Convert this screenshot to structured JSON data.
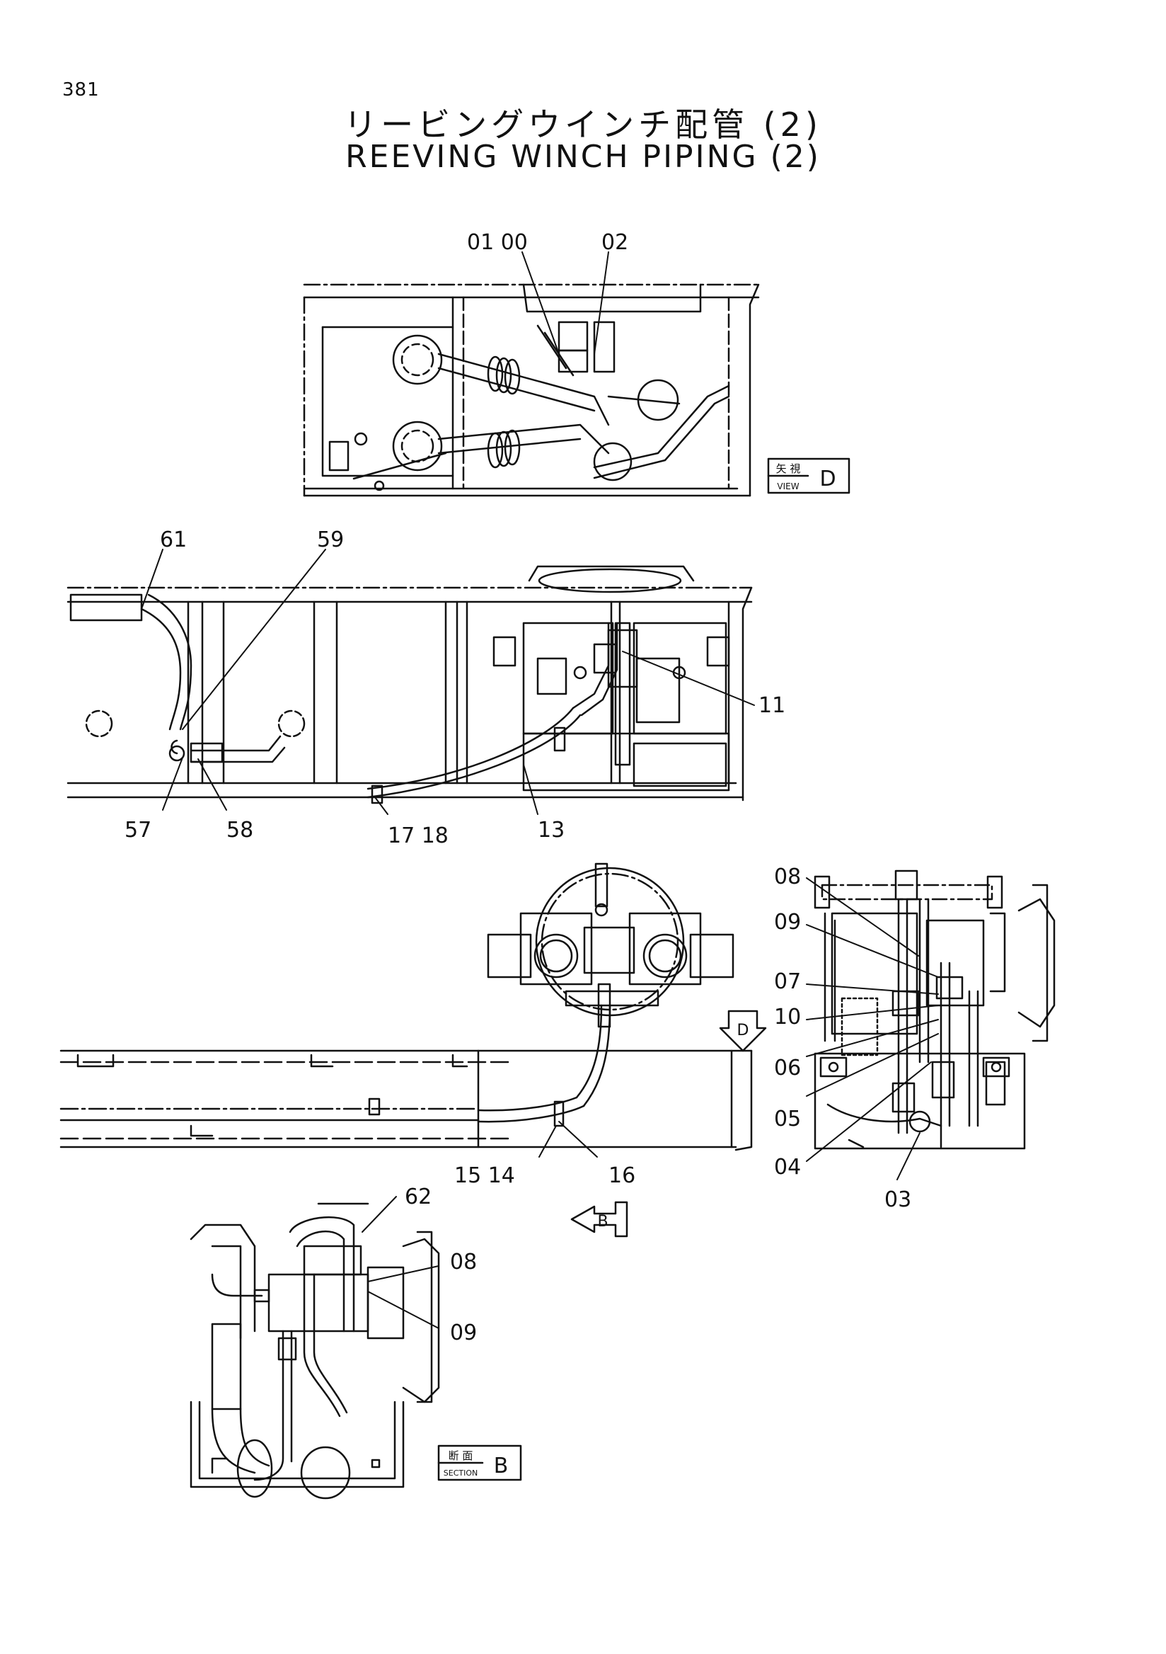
{
  "page_number": "381",
  "title_jp": "リービングウインチ配管 (2)",
  "title_en": "REEVING WINCH PIPING (2)",
  "views": {
    "view_d": {
      "jp": "矢 視",
      "en": "VIEW",
      "letter": "D"
    },
    "section_b": {
      "jp": "断 面",
      "en": "SECTION",
      "letter": "B"
    }
  },
  "callouts": {
    "c0100": "01 00",
    "c02": "02",
    "c61": "61",
    "c59": "59",
    "c11": "11",
    "c57": "57",
    "c58": "58",
    "c1718": "17 18",
    "c13": "13",
    "c08a": "08",
    "c09a": "09",
    "c07": "07",
    "c10": "10",
    "c06": "06",
    "c05": "05",
    "c04": "04",
    "c03": "03",
    "c1514": "15 14",
    "c16": "16",
    "c62": "62",
    "c08b": "08",
    "c09b": "09"
  },
  "arrows": {
    "d_arrow": "D",
    "b_arrow": "B"
  }
}
